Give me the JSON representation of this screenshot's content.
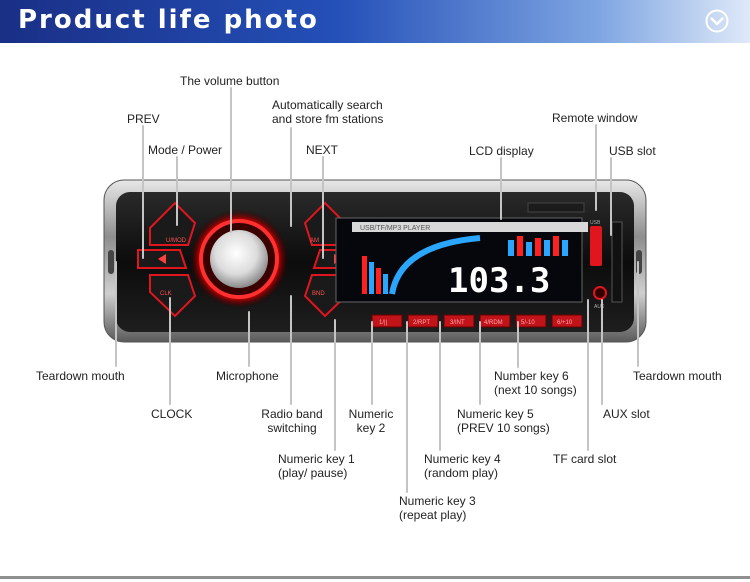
{
  "banner": {
    "title": "Product life photo",
    "icon": "chevron-down-circle-icon"
  },
  "colors": {
    "banner": "#1f3b9e",
    "button_red": "#e0161e",
    "lcd_blue": "#2aa6ff",
    "lcd_red": "#ff2020"
  },
  "device": {
    "lcd_header": "USB/TF/MP3 PLAYER",
    "frequency": "103.3",
    "knob_buttons": {
      "mode": "U/MOD",
      "am": "AM",
      "clk": "CLK",
      "bnd": "BND",
      "aux": "AUX",
      "usb": "USB"
    },
    "number_keys": [
      "1/||",
      "2/RPT",
      "3/INT",
      "4/RDM",
      "5/-10",
      "6/+10"
    ]
  },
  "labels": {
    "volume_button": "The volume button",
    "auto_search_line1": "Automatically search",
    "auto_search_line2": "and store fm stations",
    "prev": "PREV",
    "remote_window": "Remote window",
    "mode_power": "Mode / Power",
    "next": "NEXT",
    "lcd_display": "LCD display",
    "usb_slot": "USB slot",
    "teardown_left": "Teardown mouth",
    "microphone": "Microphone",
    "number_key6_line1": "Number key 6",
    "number_key6_line2": "(next 10 songs)",
    "teardown_right": "Teardown mouth",
    "clock": "CLOCK",
    "radio_band_line1": "Radio band",
    "radio_band_line2": "switching",
    "numeric_key2_line1": "Numeric",
    "numeric_key2_line2": "key 2",
    "numeric_key5_line1": "Numeric key 5",
    "numeric_key5_line2": "(PREV 10 songs)",
    "aux_slot": "AUX slot",
    "numeric_key1_line1": "Numeric key 1",
    "numeric_key1_line2": "(play/ pause)",
    "numeric_key4_line1": "Numeric key 4",
    "numeric_key4_line2": "(random play)",
    "tf_card_slot": "TF card slot",
    "numeric_key3_line1": "Numeric key 3",
    "numeric_key3_line2": "(repeat play)"
  }
}
